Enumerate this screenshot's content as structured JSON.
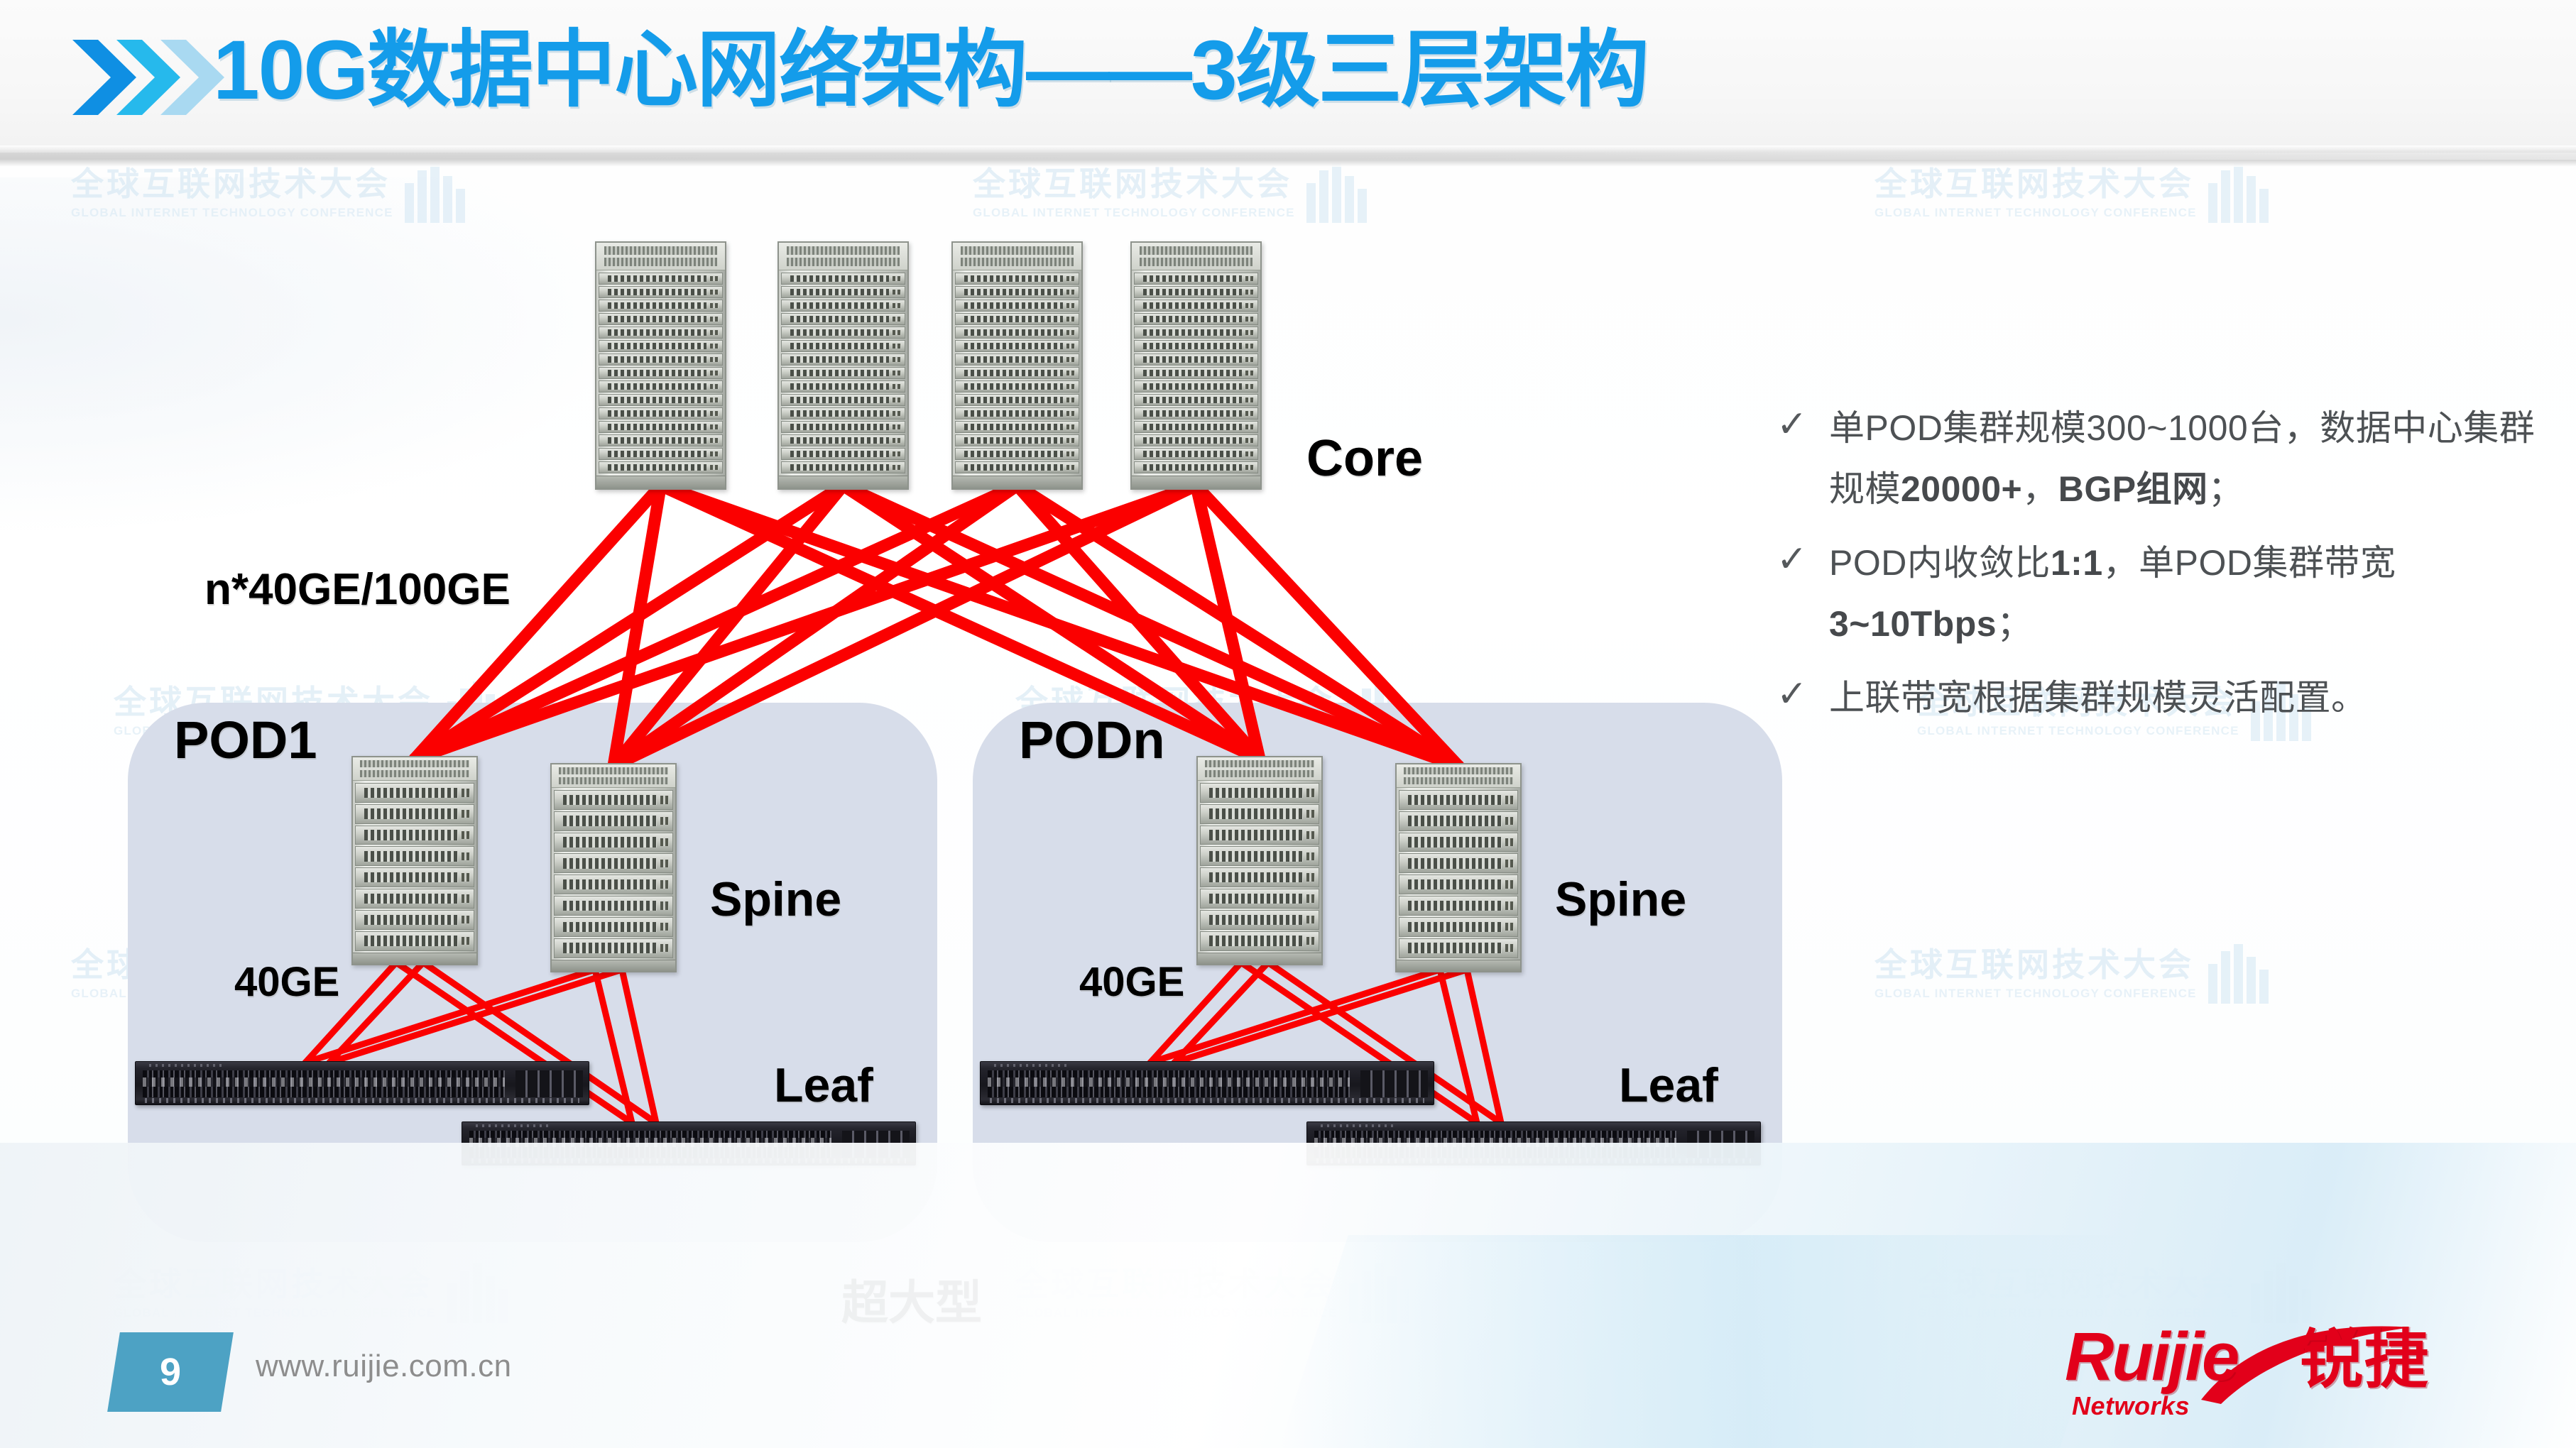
{
  "header": {
    "title": "10G数据中心网络架构——3级三层架构",
    "chevron_icon": "triple-chevron-right",
    "accent_color": "#149cea"
  },
  "watermark": {
    "cn": "全球互联网技术大会",
    "en": "GLOBAL INTERNET TECHNOLOGY CONFERENCE"
  },
  "diagram": {
    "core_label": "Core",
    "uplink_label": "n*40GE/100GE",
    "bottom_label": "超大型",
    "link_color": "#fb0000",
    "pod_fill": "#d7ddea",
    "pods": [
      {
        "name": "POD1",
        "spine_label": "Spine",
        "leaf_label": "Leaf",
        "downlink_label": "40GE",
        "spine_count": 2,
        "leaf_count": 2
      },
      {
        "name": "PODn",
        "spine_label": "Spine",
        "leaf_label": "Leaf",
        "downlink_label": "40GE",
        "spine_count": 2,
        "leaf_count": 2
      }
    ],
    "core_count": 4
  },
  "bullets": {
    "tick_icon": "check-mark",
    "items": [
      {
        "parts": [
          {
            "text": "单POD集群规模300~1000台，数据中心集群规模",
            "bold": false
          },
          {
            "text": "20000+",
            "bold": true
          },
          {
            "text": "，",
            "bold": false
          },
          {
            "text": "BGP组网",
            "bold": true
          },
          {
            "text": "；",
            "bold": false
          }
        ]
      },
      {
        "parts": [
          {
            "text": "POD内收敛比",
            "bold": false
          },
          {
            "text": "1:1",
            "bold": true
          },
          {
            "text": "，单POD集群带宽",
            "bold": false
          },
          {
            "text": "3~10Tbps",
            "bold": true
          },
          {
            "text": "；",
            "bold": false
          }
        ]
      },
      {
        "parts": [
          {
            "text": "上联带宽根据集群规模灵活配置。",
            "bold": false
          }
        ]
      }
    ]
  },
  "footer": {
    "page_number": "9",
    "website": "www.ruijie.com.cn",
    "page_badge_color": "#4da2c4",
    "logo": {
      "wordmark": "Ruijie",
      "cn": "锐捷",
      "sub": "Networks",
      "color": "#e2001a"
    }
  }
}
